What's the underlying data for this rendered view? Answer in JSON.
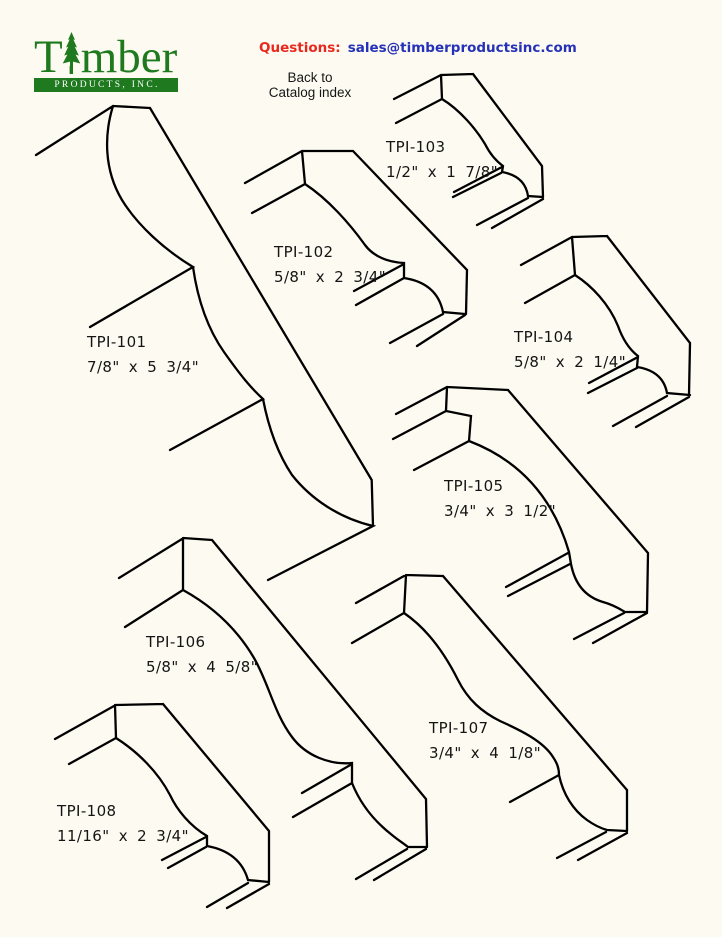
{
  "page": {
    "background_color": "#fdfbf1",
    "line_color": "#000000"
  },
  "header": {
    "logo": {
      "brand_word_start": "T",
      "brand_word_end": "mber",
      "brand_full": "Timber",
      "banner_text": "PRODUCTS, INC.",
      "brand_color": "#1f7a1f",
      "tree_icon": "pine-tree"
    },
    "questions_label": "Questions:",
    "questions_color": "#e8281e",
    "email": "sales@timberproductsinc.com",
    "email_color": "#2431b8",
    "back_link": {
      "line1": "Back to",
      "line2": "Catalog index"
    }
  },
  "catalog": {
    "products": [
      {
        "id": "TPI-101",
        "size": "7/8\" x 5 3/4\""
      },
      {
        "id": "TPI-102",
        "size": "5/8\" x 2 3/4\""
      },
      {
        "id": "TPI-103",
        "size": "1/2\" x 1 7/8\""
      },
      {
        "id": "TPI-104",
        "size": "5/8\" x 2 1/4\""
      },
      {
        "id": "TPI-105",
        "size": "3/4\" x 3 1/2\""
      },
      {
        "id": "TPI-106",
        "size": "5/8\" x 4 5/8\""
      },
      {
        "id": "TPI-107",
        "size": "3/4\" x 4 1/8\""
      },
      {
        "id": "TPI-108",
        "size": "11/16\" x 2 3/4\""
      }
    ]
  }
}
